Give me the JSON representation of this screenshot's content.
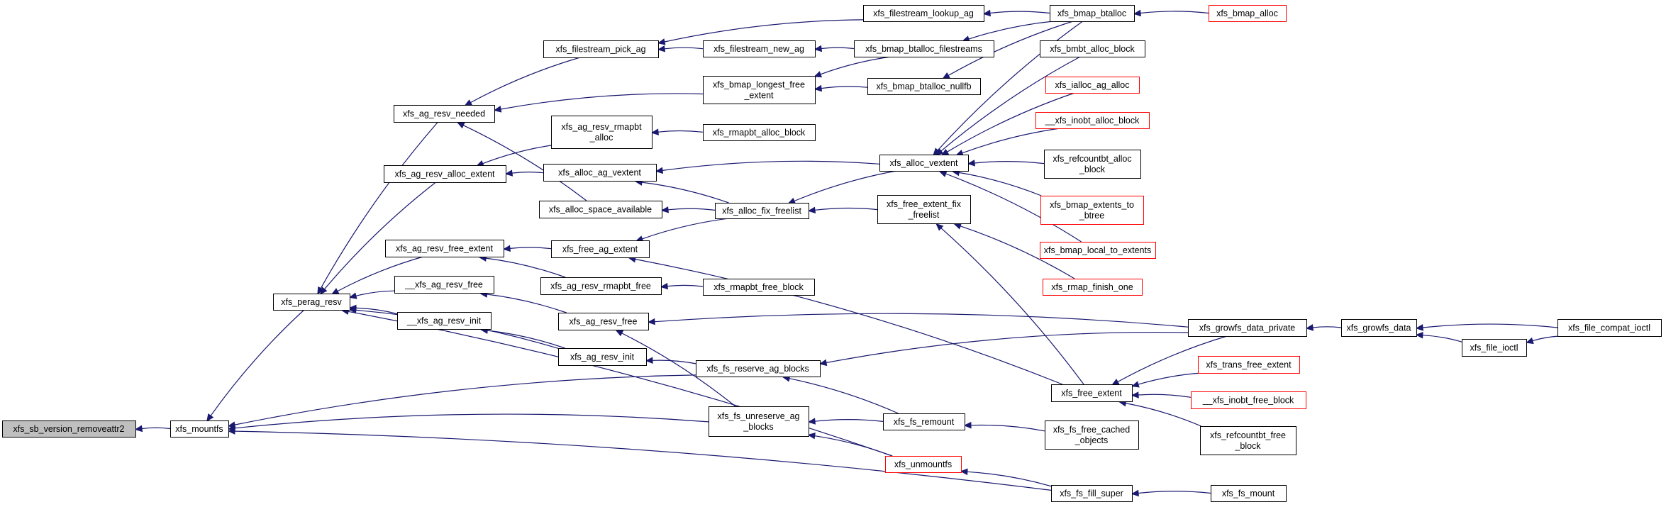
{
  "graph": {
    "nodes": [
      {
        "id": "root",
        "lines": [
          "xfs_sb_version_removeattr2"
        ],
        "style": "root"
      },
      {
        "id": "mountfs",
        "lines": [
          "xfs_mountfs"
        ],
        "style": "normal"
      },
      {
        "id": "perag_resv",
        "lines": [
          "xfs_perag_resv"
        ],
        "style": "normal"
      },
      {
        "id": "ag_resv_needed",
        "lines": [
          "xfs_ag_resv_needed"
        ],
        "style": "normal"
      },
      {
        "id": "ag_resv_alloc_extent",
        "lines": [
          "xfs_ag_resv_alloc_extent"
        ],
        "style": "normal"
      },
      {
        "id": "ag_resv_free_extent",
        "lines": [
          "xfs_ag_resv_free_extent"
        ],
        "style": "normal"
      },
      {
        "id": "__ag_resv_free",
        "lines": [
          "__xfs_ag_resv_free"
        ],
        "style": "normal"
      },
      {
        "id": "__ag_resv_init",
        "lines": [
          "__xfs_ag_resv_init"
        ],
        "style": "normal"
      },
      {
        "id": "filestream_pick_ag",
        "lines": [
          "xfs_filestream_pick_ag"
        ],
        "style": "normal"
      },
      {
        "id": "ag_resv_rmapbt_alloc",
        "lines": [
          "xfs_ag_resv_rmapbt",
          "_alloc"
        ],
        "style": "normal"
      },
      {
        "id": "alloc_ag_vextent",
        "lines": [
          "xfs_alloc_ag_vextent"
        ],
        "style": "normal"
      },
      {
        "id": "alloc_space_available",
        "lines": [
          "xfs_alloc_space_available"
        ],
        "style": "normal"
      },
      {
        "id": "free_ag_extent",
        "lines": [
          "xfs_free_ag_extent"
        ],
        "style": "normal"
      },
      {
        "id": "ag_resv_rmapbt_free",
        "lines": [
          "xfs_ag_resv_rmapbt_free"
        ],
        "style": "normal"
      },
      {
        "id": "ag_resv_free",
        "lines": [
          "xfs_ag_resv_free"
        ],
        "style": "normal"
      },
      {
        "id": "ag_resv_init",
        "lines": [
          "xfs_ag_resv_init"
        ],
        "style": "normal"
      },
      {
        "id": "filestream_lookup_ag",
        "lines": [
          "xfs_filestream_lookup_ag"
        ],
        "style": "normal"
      },
      {
        "id": "filestream_new_ag",
        "lines": [
          "xfs_filestream_new_ag"
        ],
        "style": "normal"
      },
      {
        "id": "bmap_longest_free_extent",
        "lines": [
          "xfs_bmap_longest_free",
          "_extent"
        ],
        "style": "normal"
      },
      {
        "id": "rmapbt_alloc_block",
        "lines": [
          "xfs_rmapbt_alloc_block"
        ],
        "style": "normal"
      },
      {
        "id": "alloc_fix_freelist",
        "lines": [
          "xfs_alloc_fix_freelist"
        ],
        "style": "normal"
      },
      {
        "id": "rmapbt_free_block",
        "lines": [
          "xfs_rmapbt_free_block"
        ],
        "style": "normal"
      },
      {
        "id": "fs_reserve_ag_blocks",
        "lines": [
          "xfs_fs_reserve_ag_blocks"
        ],
        "style": "normal"
      },
      {
        "id": "fs_unreserve_ag_blocks",
        "lines": [
          "xfs_fs_unreserve_ag",
          "_blocks"
        ],
        "style": "normal"
      },
      {
        "id": "unmountfs",
        "lines": [
          "xfs_unmountfs"
        ],
        "style": "red"
      },
      {
        "id": "bmap_btalloc_filestreams",
        "lines": [
          "xfs_bmap_btalloc_filestreams"
        ],
        "style": "normal"
      },
      {
        "id": "bmap_btalloc_nullfb",
        "lines": [
          "xfs_bmap_btalloc_nullfb"
        ],
        "style": "normal"
      },
      {
        "id": "alloc_vextent",
        "lines": [
          "xfs_alloc_vextent"
        ],
        "style": "normal"
      },
      {
        "id": "free_extent_fix_freelist",
        "lines": [
          "xfs_free_extent_fix",
          "_freelist"
        ],
        "style": "normal"
      },
      {
        "id": "fs_remount",
        "lines": [
          "xfs_fs_remount"
        ],
        "style": "normal"
      },
      {
        "id": "bmap_btalloc",
        "lines": [
          "xfs_bmap_btalloc"
        ],
        "style": "normal"
      },
      {
        "id": "bmbt_alloc_block",
        "lines": [
          "xfs_bmbt_alloc_block"
        ],
        "style": "normal"
      },
      {
        "id": "ialloc_ag_alloc",
        "lines": [
          "xfs_ialloc_ag_alloc"
        ],
        "style": "red"
      },
      {
        "id": "__inobt_alloc_block",
        "lines": [
          "__xfs_inobt_alloc_block"
        ],
        "style": "red"
      },
      {
        "id": "refcountbt_alloc_block",
        "lines": [
          "xfs_refcountbt_alloc",
          "_block"
        ],
        "style": "normal"
      },
      {
        "id": "bmap_extents_to_btree",
        "lines": [
          "xfs_bmap_extents_to",
          "_btree"
        ],
        "style": "red"
      },
      {
        "id": "bmap_local_to_extents",
        "lines": [
          "xfs_bmap_local_to_extents"
        ],
        "style": "red"
      },
      {
        "id": "rmap_finish_one",
        "lines": [
          "xfs_rmap_finish_one"
        ],
        "style": "red"
      },
      {
        "id": "growfs_data_private",
        "lines": [
          "xfs_growfs_data_private"
        ],
        "style": "normal"
      },
      {
        "id": "free_extent",
        "lines": [
          "xfs_free_extent"
        ],
        "style": "normal"
      },
      {
        "id": "fs_free_cached_objects",
        "lines": [
          "xfs_fs_free_cached",
          "_objects"
        ],
        "style": "normal"
      },
      {
        "id": "fs_fill_super",
        "lines": [
          "xfs_fs_fill_super"
        ],
        "style": "normal"
      },
      {
        "id": "bmap_alloc",
        "lines": [
          "xfs_bmap_alloc"
        ],
        "style": "red"
      },
      {
        "id": "growfs_data",
        "lines": [
          "xfs_growfs_data"
        ],
        "style": "normal"
      },
      {
        "id": "trans_free_extent",
        "lines": [
          "xfs_trans_free_extent"
        ],
        "style": "red"
      },
      {
        "id": "__inobt_free_block",
        "lines": [
          "__xfs_inobt_free_block"
        ],
        "style": "red"
      },
      {
        "id": "refcountbt_free_block",
        "lines": [
          "xfs_refcountbt_free",
          "_block"
        ],
        "style": "normal"
      },
      {
        "id": "fs_mount",
        "lines": [
          "xfs_fs_mount"
        ],
        "style": "normal"
      },
      {
        "id": "file_ioctl",
        "lines": [
          "xfs_file_ioctl"
        ],
        "style": "normal"
      },
      {
        "id": "file_compat_ioctl",
        "lines": [
          "xfs_file_compat_ioctl"
        ],
        "style": "normal"
      }
    ],
    "edges": [
      [
        "mountfs",
        "root"
      ],
      [
        "perag_resv",
        "mountfs"
      ],
      [
        "fs_reserve_ag_blocks",
        "mountfs"
      ],
      [
        "fs_unreserve_ag_blocks",
        "mountfs"
      ],
      [
        "fs_fill_super",
        "mountfs"
      ],
      [
        "ag_resv_needed",
        "perag_resv"
      ],
      [
        "ag_resv_alloc_extent",
        "perag_resv"
      ],
      [
        "ag_resv_free_extent",
        "perag_resv"
      ],
      [
        "__ag_resv_free",
        "perag_resv"
      ],
      [
        "__ag_resv_init",
        "perag_resv"
      ],
      [
        "ag_resv_init",
        "perag_resv"
      ],
      [
        "unmountfs",
        "perag_resv"
      ],
      [
        "filestream_pick_ag",
        "ag_resv_needed"
      ],
      [
        "bmap_longest_free_extent",
        "ag_resv_needed"
      ],
      [
        "alloc_space_available",
        "ag_resv_needed"
      ],
      [
        "ag_resv_rmapbt_alloc",
        "ag_resv_alloc_extent"
      ],
      [
        "alloc_ag_vextent",
        "ag_resv_alloc_extent"
      ],
      [
        "free_ag_extent",
        "ag_resv_free_extent"
      ],
      [
        "ag_resv_rmapbt_free",
        "ag_resv_free_extent"
      ],
      [
        "ag_resv_free",
        "__ag_resv_free"
      ],
      [
        "ag_resv_init",
        "__ag_resv_init"
      ],
      [
        "filestream_lookup_ag",
        "filestream_pick_ag"
      ],
      [
        "filestream_new_ag",
        "filestream_pick_ag"
      ],
      [
        "rmapbt_alloc_block",
        "ag_resv_rmapbt_alloc"
      ],
      [
        "alloc_vextent",
        "alloc_ag_vextent"
      ],
      [
        "alloc_fix_freelist",
        "alloc_ag_vextent"
      ],
      [
        "alloc_fix_freelist",
        "alloc_space_available"
      ],
      [
        "alloc_fix_freelist",
        "free_ag_extent"
      ],
      [
        "free_extent",
        "free_ag_extent"
      ],
      [
        "rmapbt_free_block",
        "ag_resv_rmapbt_free"
      ],
      [
        "growfs_data_private",
        "ag_resv_free"
      ],
      [
        "fs_unreserve_ag_blocks",
        "ag_resv_free"
      ],
      [
        "fs_reserve_ag_blocks",
        "ag_resv_init"
      ],
      [
        "bmap_btalloc",
        "filestream_lookup_ag"
      ],
      [
        "bmap_btalloc_filestreams",
        "filestream_new_ag"
      ],
      [
        "bmap_btalloc_filestreams",
        "bmap_longest_free_extent"
      ],
      [
        "bmap_btalloc_nullfb",
        "bmap_longest_free_extent"
      ],
      [
        "alloc_vextent",
        "alloc_fix_freelist"
      ],
      [
        "free_extent_fix_freelist",
        "alloc_fix_freelist"
      ],
      [
        "growfs_data_private",
        "fs_reserve_ag_blocks"
      ],
      [
        "fs_remount",
        "fs_reserve_ag_blocks"
      ],
      [
        "fs_remount",
        "fs_unreserve_ag_blocks"
      ],
      [
        "unmountfs",
        "fs_unreserve_ag_blocks"
      ],
      [
        "fs_fill_super",
        "unmountfs"
      ],
      [
        "bmap_btalloc",
        "bmap_btalloc_filestreams"
      ],
      [
        "bmap_btalloc",
        "bmap_btalloc_nullfb"
      ],
      [
        "bmap_btalloc",
        "alloc_vextent"
      ],
      [
        "bmbt_alloc_block",
        "alloc_vextent"
      ],
      [
        "ialloc_ag_alloc",
        "alloc_vextent"
      ],
      [
        "__inobt_alloc_block",
        "alloc_vextent"
      ],
      [
        "refcountbt_alloc_block",
        "alloc_vextent"
      ],
      [
        "bmap_extents_to_btree",
        "alloc_vextent"
      ],
      [
        "bmap_local_to_extents",
        "alloc_vextent"
      ],
      [
        "free_extent",
        "free_extent_fix_freelist"
      ],
      [
        "rmap_finish_one",
        "free_extent_fix_freelist"
      ],
      [
        "fs_free_cached_objects",
        "fs_remount"
      ],
      [
        "bmap_alloc",
        "bmap_btalloc"
      ],
      [
        "growfs_data",
        "growfs_data_private"
      ],
      [
        "growfs_data_private",
        "free_extent"
      ],
      [
        "trans_free_extent",
        "free_extent"
      ],
      [
        "__inobt_free_block",
        "free_extent"
      ],
      [
        "refcountbt_free_block",
        "free_extent"
      ],
      [
        "fs_mount",
        "fs_fill_super"
      ],
      [
        "file_ioctl",
        "growfs_data"
      ],
      [
        "file_compat_ioctl",
        "growfs_data"
      ],
      [
        "file_compat_ioctl",
        "file_ioctl"
      ]
    ]
  }
}
